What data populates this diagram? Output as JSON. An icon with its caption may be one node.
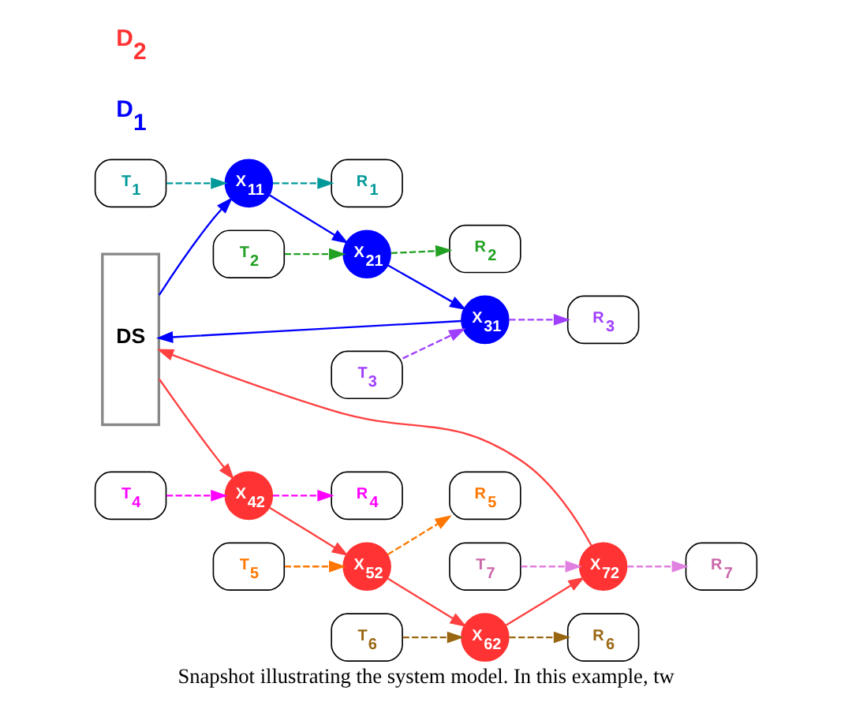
{
  "diagram": {
    "caption": "Snapshot illustrating the system model. In this example, tw",
    "nodes": [
      {
        "text": [
          "DS"
        ]
      },
      {
        "text": [
          "T$_{1}$"
        ]
      },
      {
        "text": [
          "X$_{11}$"
        ]
      },
      {
        "text": [
          "R$_{1}$"
        ]
      },
      {
        "text": [
          "T$_{2}$"
        ]
      },
      {
        "text": [
          "X$_{21}$"
        ]
      },
      {
        "text": [
          "R$_{2}$"
        ]
      },
      {
        "text": [
          "T$_{3}$"
        ]
      },
      {
        "text": [
          "X$_{31}$"
        ]
      },
      {
        "text": [
          "R$_{3}$"
        ]
      },
      {
        "text": [
          "T$_{7}$"
        ]
      },
      {
        "text": [
          "X$_{72}$"
        ]
      },
      {
        "text": [
          "R$_{7}$"
        ]
      },
      {
        "text": [
          "R$_{4}$"
        ]
      },
      {
        "text": [
          "X$_{42}$"
        ]
      },
      {
        "text": [
          "T$_{4}$"
        ]
      },
      {
        "text": [
          "T$_{5}$"
        ]
      },
      {
        "text": [
          "X$_{52}$"
        ]
      },
      {
        "text": [
          "R$_{5}$"
        ]
      },
      {
        "text": [
          "T$_{6}$"
        ]
      },
      {
        "text": [
          "X$_{62}$"
        ]
      },
      {
        "text": [
          "R$_{6}$"
        ]
      }
    ],
    "edges": [
      {
        "from": 0,
        "to": 2,
        "arrow": "to",
        "color": "#0000ff"
      },
      {
        "from": 2,
        "to": 5,
        "arrow": "to",
        "color": "#0000ff"
      },
      {
        "from": 5,
        "to": 8,
        "arrow": "to",
        "color": "#0000ff"
      },
      {
        "from": 8,
        "to": 0,
        "arrow": "to",
        "color": "#0000ff"
      },
      {
        "from": 1,
        "to": 2,
        "arrow": "to",
        "style": "dashed",
        "color": "#009999"
      },
      {
        "from": 2,
        "to": 3,
        "arrow": "to",
        "style": "dashed",
        "color": "#009999"
      },
      {
        "from": 4,
        "to": 5,
        "arrow": "to",
        "style": "dashed",
        "color": "#22a022"
      },
      {
        "from": 5,
        "to": 6,
        "arrow": "to",
        "style": "dashed",
        "color": "#22a022"
      },
      {
        "from": 7,
        "to": 8,
        "arrow": "to",
        "style": "dashed",
        "color": "#a040ff"
      },
      {
        "from": 8,
        "to": 9,
        "arrow": "to",
        "style": "dashed",
        "color": "#a040ff"
      },
      {
        "from": 0,
        "to": 14,
        "arrow": "to",
        "color": "#ff4040"
      },
      {
        "from": 14,
        "to": 17,
        "arrow": "to",
        "color": "#ff4040"
      },
      {
        "from": 17,
        "to": 20,
        "arrow": "to",
        "color": "#ff4040"
      },
      {
        "from": 20,
        "to": 11,
        "arrow": "to",
        "color": "#ff4040"
      },
      {
        "from": 11,
        "to": 0,
        "arrow": "to",
        "color": "#ff4040"
      },
      {
        "from": 10,
        "to": 11,
        "arrow": "to",
        "style": "dashed",
        "color": "#e080e0"
      },
      {
        "from": 11,
        "to": 12,
        "arrow": "to",
        "style": "dashed",
        "color": "#e080e0"
      },
      {
        "from": 15,
        "to": 14,
        "arrow": "to",
        "style": "dashed",
        "color": "#ff00ff"
      },
      {
        "from": 14,
        "to": 13,
        "arrow": "to",
        "style": "dashed",
        "color": "#ff00ff"
      },
      {
        "from": 16,
        "to": 17,
        "arrow": "to",
        "style": "dashed",
        "color": "#ff7700"
      },
      {
        "from": 17,
        "to": 18,
        "arrow": "to",
        "style": "dashed",
        "color": "#ff7700"
      },
      {
        "from": 19,
        "to": 20,
        "arrow": "to",
        "style": "dashed",
        "color": "#996611"
      },
      {
        "from": 20,
        "to": 21,
        "arrow": "to",
        "style": "dashed",
        "color": "#996611"
      }
    ],
    "labels": [
      "D$_{1}$",
      "D$_{2}$"
    ]
  }
}
